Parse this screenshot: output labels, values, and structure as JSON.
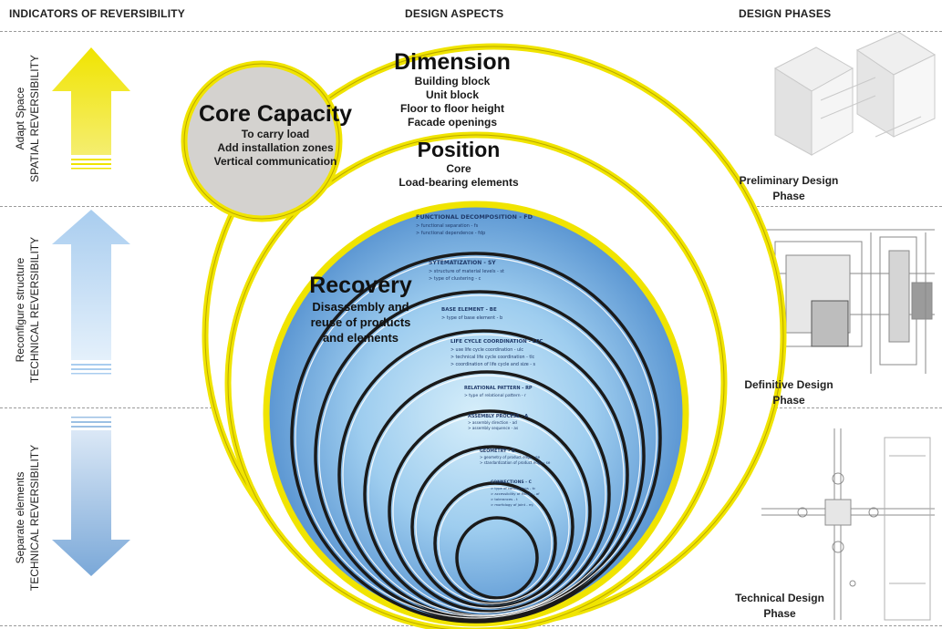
{
  "headers": {
    "indicators": "INDICATORS OF REVERSIBILITY",
    "aspects": "DESIGN ASPECTS",
    "phases": "DESIGN PHASES"
  },
  "indicators": [
    {
      "line1": "Adapt Space",
      "line2": "SPATIAL REVERSIBILITY",
      "arrow_direction": "up",
      "color": "#f0e400"
    },
    {
      "line1": "Reconfigure structure",
      "line2": "TECHNICAL REVERSIBILITY",
      "arrow_direction": "up",
      "color": "#bcd8f0"
    },
    {
      "line1": "Separate elements",
      "line2": "TECHNICAL REVERSIBILITY",
      "arrow_direction": "down",
      "color": "#8fb6e0"
    }
  ],
  "phases": [
    {
      "line1": "Preliminary Design",
      "line2": "Phase"
    },
    {
      "line1": "Definitive Design",
      "line2": "Phase"
    },
    {
      "line1": "Technical Design",
      "line2": "Phase"
    }
  ],
  "core": {
    "title": "Core Capacity",
    "items": [
      "To carry load",
      "Add installation zones",
      "Vertical communication"
    ]
  },
  "dimension": {
    "title": "Dimension",
    "items": [
      "Building block",
      "Unit block",
      "Floor to floor height",
      "Facade openings"
    ]
  },
  "position": {
    "title": "Position",
    "items": [
      "Core",
      "Load-bearing elements"
    ]
  },
  "recovery": {
    "title": "Recovery",
    "lines": [
      "Disassembly and",
      "reuse of products",
      "and elements"
    ]
  },
  "rings": [
    {
      "title": "FUNCTIONAL DECOMPOSITION - FD",
      "items": [
        "> functional separation - fs",
        "> functional dependence - fdp"
      ]
    },
    {
      "title": "SYTEMATIZATION - SY",
      "items": [
        "> structure of material levels - st",
        "> type of clustering - c"
      ]
    },
    {
      "title": "BASE ELEMENT - BE",
      "items": [
        "> type of base element - b"
      ]
    },
    {
      "title": "LIFE CYCLE COORDINATION - LCC",
      "items": [
        "> use life cycle coordination - ulc",
        "> technical life cycle coordination - tlc",
        "> coordination of life cycle and size - s"
      ]
    },
    {
      "title": "RELATIONAL PATTERN - RP",
      "items": [
        "> type of relational pattern - r"
      ]
    },
    {
      "title": "ASSEMBLY PROCESS - A",
      "items": [
        "> assembly direction - ad",
        "> assembly sequence - as"
      ]
    },
    {
      "title": "GEOMETRY - G",
      "items": [
        "> geometry of product edge - ge",
        "> standardization of product edge - se"
      ]
    },
    {
      "title": "CONNECTIONS - C",
      "items": [
        "> type of connections - tc",
        "> accessibility of fixings - af",
        "> tolerances - t",
        "> morfology of joint - mj"
      ]
    }
  ],
  "colors": {
    "yellow": "#f0e400",
    "ring_blue_outer": "#5b9bd5",
    "ring_blue_inner": "#cde9f7",
    "core_gray": "#d4d2cf",
    "dark_ring": "#1a1a1a"
  }
}
